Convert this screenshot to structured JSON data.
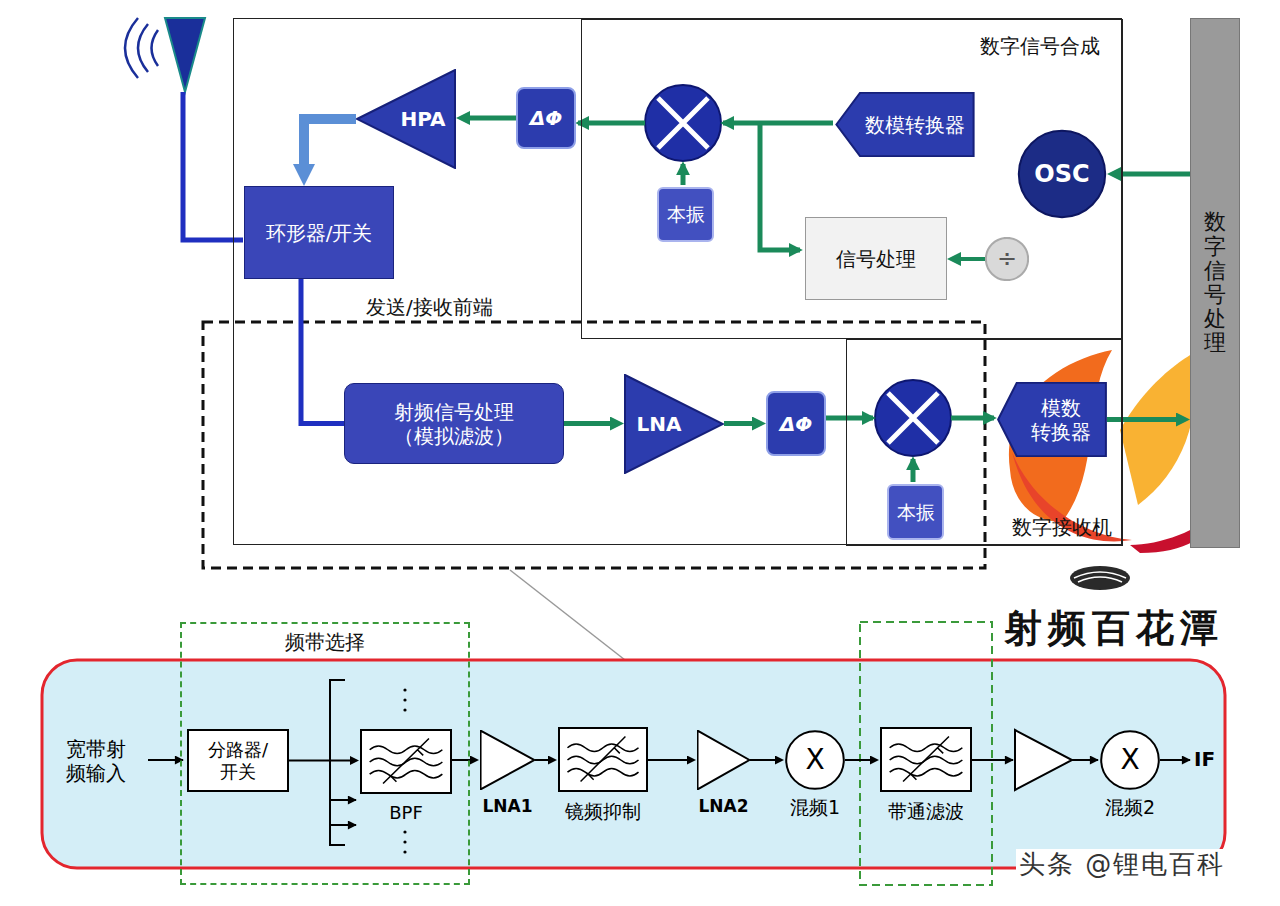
{
  "diagram": {
    "nodes": [
      {
        "text": [
          "发送/接收前端"
        ]
      },
      {
        "text": [
          "数字信号合成"
        ],
        "in": 0
      },
      {
        "text": [
          "HPA"
        ],
        "in": 0
      },
      {
        "text": [
          "ΔΦ"
        ],
        "in": 0
      },
      {
        "text": [
          "本振"
        ],
        "in": 1
      },
      {
        "text": [
          "数模转换器"
        ],
        "in": 1
      },
      {
        "text": [
          "OSC"
        ],
        "in": 1
      },
      {
        "text": [
          "信号处理"
        ],
        "in": 1
      },
      {
        "text": [
          "÷"
        ],
        "in": 1
      },
      {
        "text": [
          "环形器/开关"
        ],
        "in": 0
      },
      {
        "text": [
          "数字接收机"
        ],
        "in": 0
      },
      {
        "text": [
          "射频信号处理 （模拟滤波）"
        ],
        "in": 0
      },
      {
        "text": [
          "LNA"
        ],
        "in": 0
      },
      {
        "text": [
          "ΔΦ"
        ],
        "in": 0
      },
      {
        "text": [
          "本振"
        ],
        "in": 10
      },
      {
        "text": [
          "模数 转换器"
        ],
        "in": 10
      },
      {
        "text": [
          "数字信号处理"
        ]
      },
      {
        "text": [
          "频带选择"
        ]
      },
      {
        "text": [
          "分路器/ 开关"
        ],
        "in": 17
      },
      {
        "text": [
          "BPF"
        ],
        "in": 17
      },
      {
        "text": [
          "LNA1"
        ]
      },
      {
        "text": [
          "镜频抑制"
        ]
      },
      {
        "text": [
          "LNA2"
        ]
      },
      {
        "text": [
          "X",
          "混频1"
        ]
      },
      {
        "text": [
          "带通滤波"
        ]
      },
      {
        "text": [
          "X",
          "混频2"
        ]
      }
    ],
    "edges": [
      {
        "from": 3,
        "to": 2,
        "arrow": "to"
      },
      {
        "from": 2,
        "to": 9,
        "arrow": "to"
      },
      {
        "from": 16,
        "to": 6,
        "arrow": "to"
      },
      {
        "from": 8,
        "to": 7,
        "arrow": "to"
      },
      {
        "from": 9,
        "to": 11,
        "arrow": "none"
      },
      {
        "from": 11,
        "to": 12,
        "arrow": "to"
      },
      {
        "from": 12,
        "to": 13,
        "arrow": "to"
      },
      {
        "from": 15,
        "to": 16,
        "arrow": "to"
      },
      {
        "from": 18,
        "to": 19,
        "arrow": "to"
      },
      {
        "from": 19,
        "to": 20,
        "arrow": "to"
      },
      {
        "from": 20,
        "to": 21,
        "arrow": "to"
      },
      {
        "from": 21,
        "to": 22,
        "arrow": "to"
      },
      {
        "from": 22,
        "to": 23,
        "arrow": "to"
      },
      {
        "from": 23,
        "to": 24,
        "arrow": "to"
      }
    ],
    "labels": [
      "宽带射频输入",
      "IF",
      "射频百花潭",
      "头条 @锂电百科"
    ]
  }
}
